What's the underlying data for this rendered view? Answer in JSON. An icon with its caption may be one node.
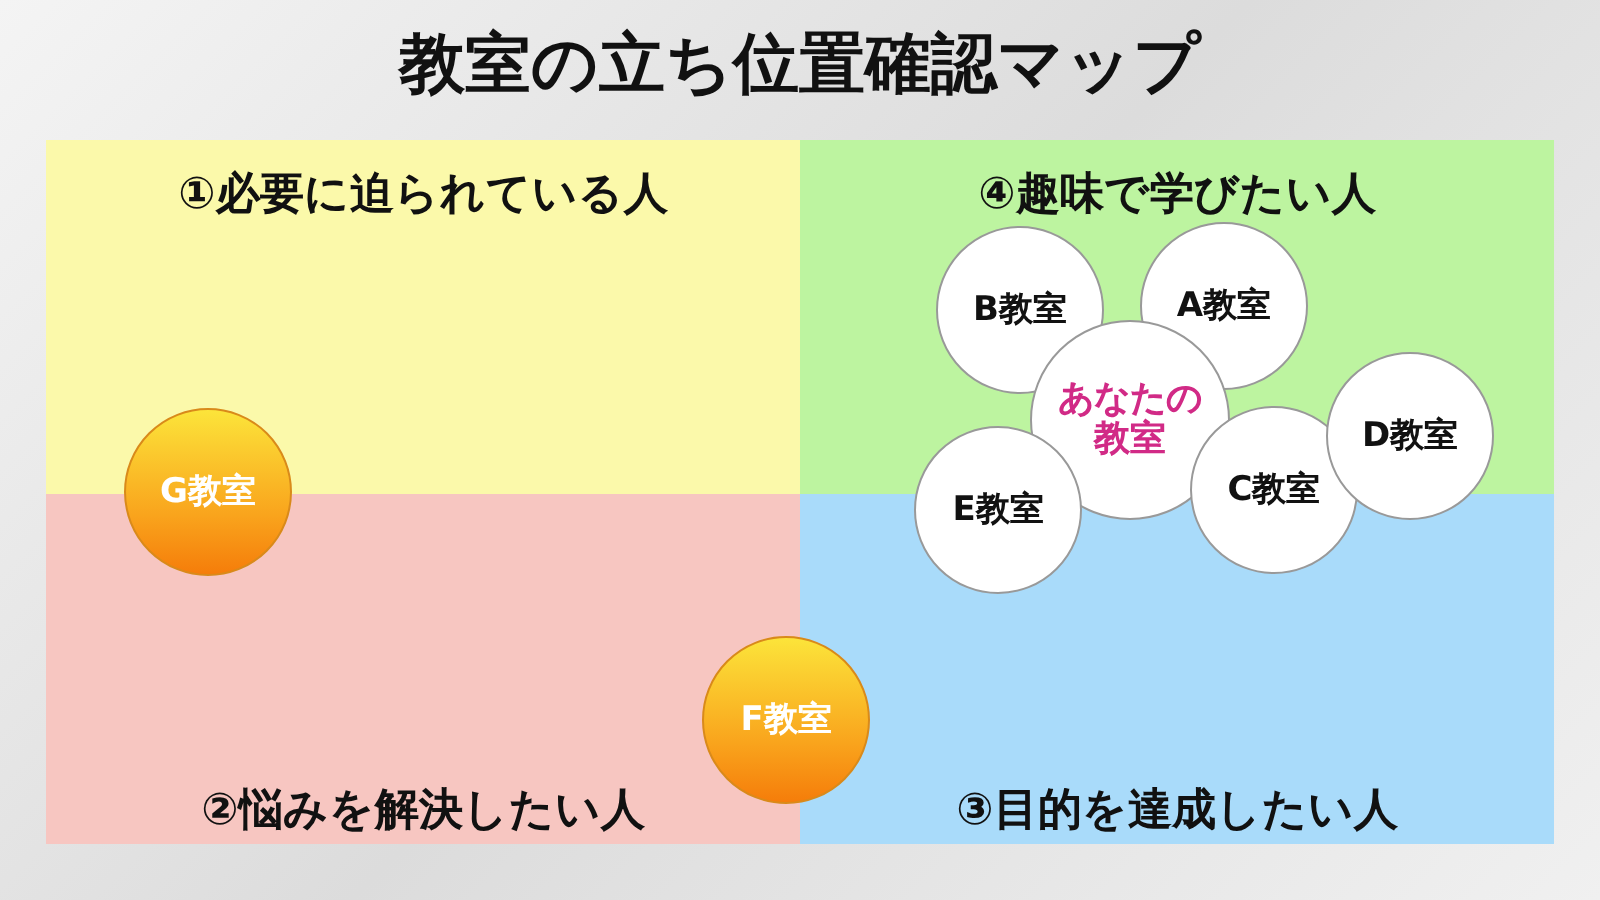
{
  "diagram": {
    "title": "教室の立ち位置確認マップ",
    "nodes": [
      {
        "text": [
          "①必要に迫られている人"
        ]
      },
      {
        "text": [
          "④趣味で学びたい人"
        ]
      },
      {
        "text": [
          "B教室"
        ],
        "in": 1
      },
      {
        "text": [
          "A教室"
        ],
        "in": 1
      },
      {
        "text": [
          "あなたの教室"
        ]
      },
      {
        "text": [
          "D教室"
        ]
      },
      {
        "text": [
          "G教室"
        ]
      },
      {
        "text": [
          "E教室"
        ]
      },
      {
        "text": [
          "C教室"
        ]
      },
      {
        "text": [
          "F教室"
        ]
      },
      {
        "text": [
          "②悩みを解決したい人"
        ]
      },
      {
        "text": [
          "③目的を達成したい人"
        ]
      }
    ]
  }
}
